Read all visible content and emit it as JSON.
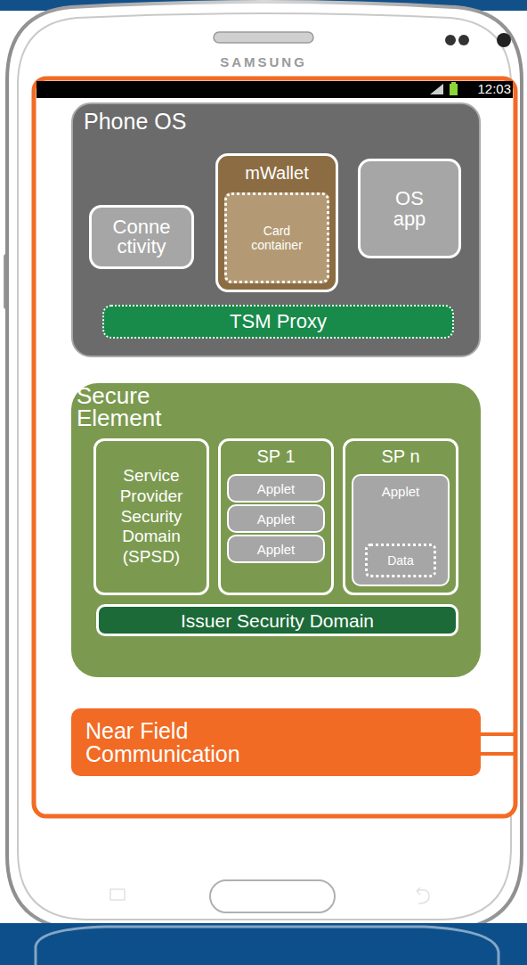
{
  "diagram": {
    "nodes": [
      {
        "text": [
          "Phone OS"
        ]
      },
      {
        "text": [
          "Conne ctivity"
        ],
        "in": 0
      },
      {
        "text": [
          "mWallet"
        ],
        "in": 0
      },
      {
        "text": [
          "Card container"
        ],
        "in": 2
      },
      {
        "text": [
          "OS app"
        ],
        "in": 0
      },
      {
        "text": [
          "TSM Proxy"
        ],
        "in": 0
      },
      {
        "text": [
          "Secure Element"
        ]
      },
      {
        "text": [
          "Service Provider Security Domain (SPSD)"
        ],
        "in": 6
      },
      {
        "text": [
          "SP 1"
        ],
        "in": 6
      },
      {
        "text": [
          "Applet"
        ],
        "in": 8
      },
      {
        "text": [
          "Applet"
        ],
        "in": 8
      },
      {
        "text": [
          "Applet"
        ],
        "in": 8
      },
      {
        "text": [
          "SP n"
        ],
        "in": 6
      },
      {
        "text": [
          "Applet"
        ],
        "in": 12
      },
      {
        "text": [
          "Data"
        ],
        "in": 13
      },
      {
        "text": [
          "Issuer Security Domain"
        ],
        "in": 6
      },
      {
        "text": [
          "Near Field Communication"
        ]
      }
    ],
    "labels": [
      "SAMSUNG",
      "12:03"
    ]
  }
}
